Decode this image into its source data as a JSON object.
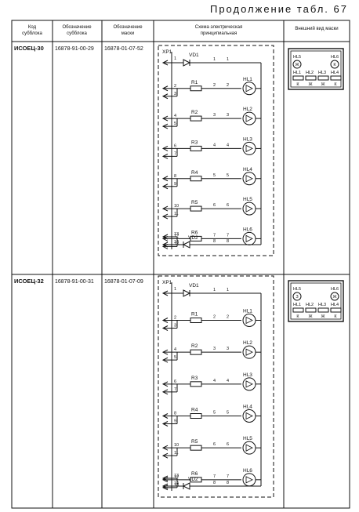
{
  "page_header": "Продолжение табл. 67",
  "table": {
    "columns": [
      "Код субблока",
      "Обозначение субблока",
      "Обозначение маски",
      "Схема электрическая принципиальная",
      "Внешний вид маски"
    ],
    "rows": [
      {
        "code": "ИСОЕЦ-30",
        "subblock": "16878-91-00-29",
        "mask": "16878-01-07-52",
        "mask_top": [
          "HL5",
          "Ж",
          "HL6",
          "К"
        ]
      },
      {
        "code": "ИСОЕЦ-32",
        "subblock": "16878-91-00-31",
        "mask": "16878-01-07-09",
        "mask_top": [
          "HL5",
          "З",
          "HL6",
          "Ж"
        ]
      }
    ]
  },
  "schematic": {
    "connector": "XP1",
    "diode": "VD1",
    "diode2": "VD2",
    "resistors": [
      "R1",
      "R2",
      "R3",
      "R4",
      "R5",
      "R6"
    ],
    "leds": [
      "HL1",
      "HL2",
      "HL3",
      "HL4",
      "HL5",
      "HL6"
    ],
    "pins": [
      "1",
      "2",
      "3",
      "4",
      "5",
      "6",
      "7",
      "8",
      "9",
      "10",
      "11",
      "12",
      "13",
      "14"
    ],
    "nodes": [
      "1",
      "2",
      "3",
      "4",
      "5",
      "6",
      "7",
      "8"
    ]
  },
  "mask_bottom": {
    "labels": [
      "HL1",
      "HL2",
      "HL3",
      "HL4"
    ],
    "colors": [
      "К",
      "Ж",
      "Ж",
      "К"
    ]
  }
}
